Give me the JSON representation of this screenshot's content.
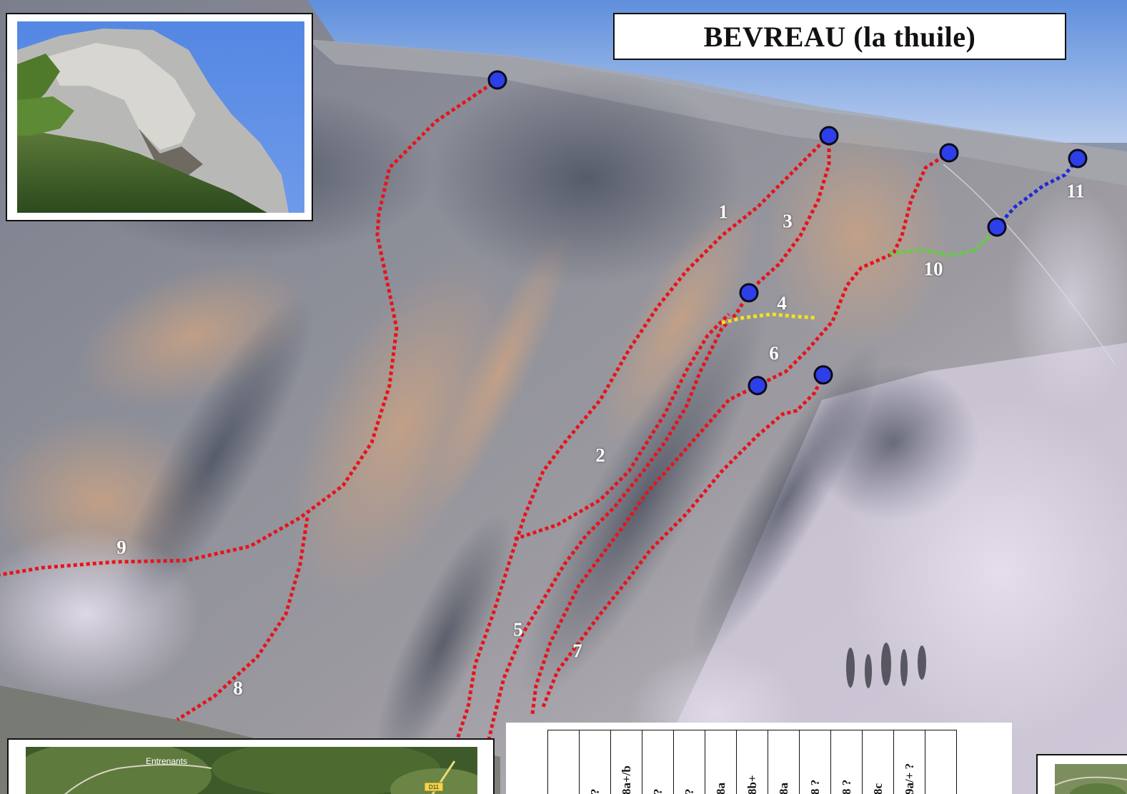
{
  "title": "BEVREAU  (la thuile)",
  "map_label": "Entrenants",
  "road_label": "D11",
  "route_numbers": [
    "1",
    "2",
    "3",
    "4",
    "5",
    "6",
    "7",
    "8",
    "9",
    "10",
    "11"
  ],
  "grades": [
    "",
    "?",
    "8a+/b",
    "?",
    "?",
    "8a",
    "8b+",
    "8a",
    "8 ?",
    "8 ?",
    "8c",
    "9a/+ ?",
    ""
  ],
  "colors": {
    "route_main": "#e8131b",
    "route_4": "#f2e21c",
    "route_10": "#5ed13a",
    "route_11": "#1f2bd6",
    "anchor": "#2d3fe8",
    "sky": "#6f9ee8"
  }
}
